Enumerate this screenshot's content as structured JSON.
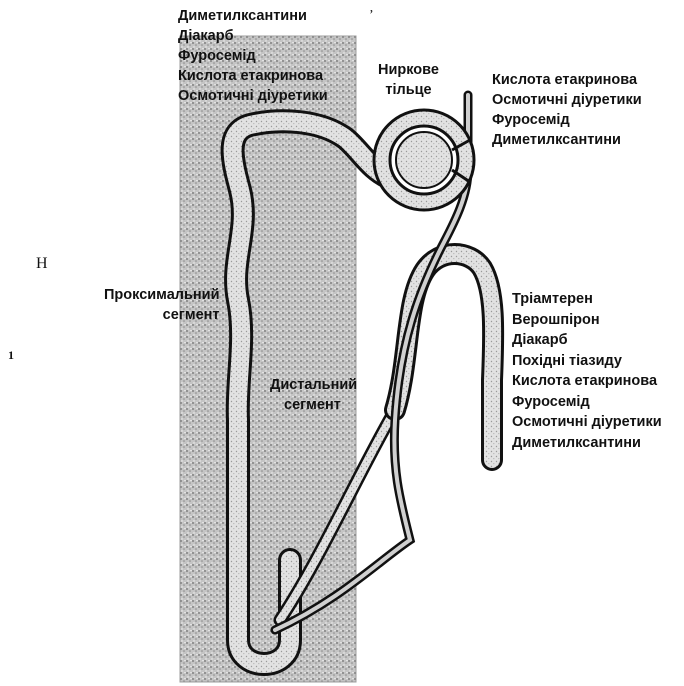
{
  "diagram": {
    "marks": {
      "left_top": "Н",
      "left_bottom": "1",
      "top_tick": "ʼ"
    },
    "renal_corpuscle": {
      "label": [
        "Ниркове",
        "тільце"
      ]
    },
    "proximal_segment": {
      "label": [
        "Проксимальний",
        "сегмент"
      ]
    },
    "distal_segment": {
      "label": [
        "Дистальний",
        "сегмент"
      ]
    },
    "proximal_drugs": [
      "Диметилксантини",
      "Діакарб",
      "Фуросемід",
      "Кислота етакринова",
      "Осмотичні діуретики"
    ],
    "glomerulus_drugs": [
      "Кислота етакринова",
      "Осмотичні діуретики",
      "Фуросемід",
      "Диметилксантини"
    ],
    "distal_drugs": [
      "Тріамтерен",
      "Верошпірон",
      "Діакарб",
      "Похідні тіазиду",
      "Кислота етакринова",
      "Фуросемід",
      "Осмотичні діуретики",
      "Диметилксантини"
    ],
    "colors": {
      "ink": "#111111",
      "stipple": "#b9b9b9",
      "tubule_fill": "#dcdcdc",
      "background": "#ffffff"
    }
  }
}
